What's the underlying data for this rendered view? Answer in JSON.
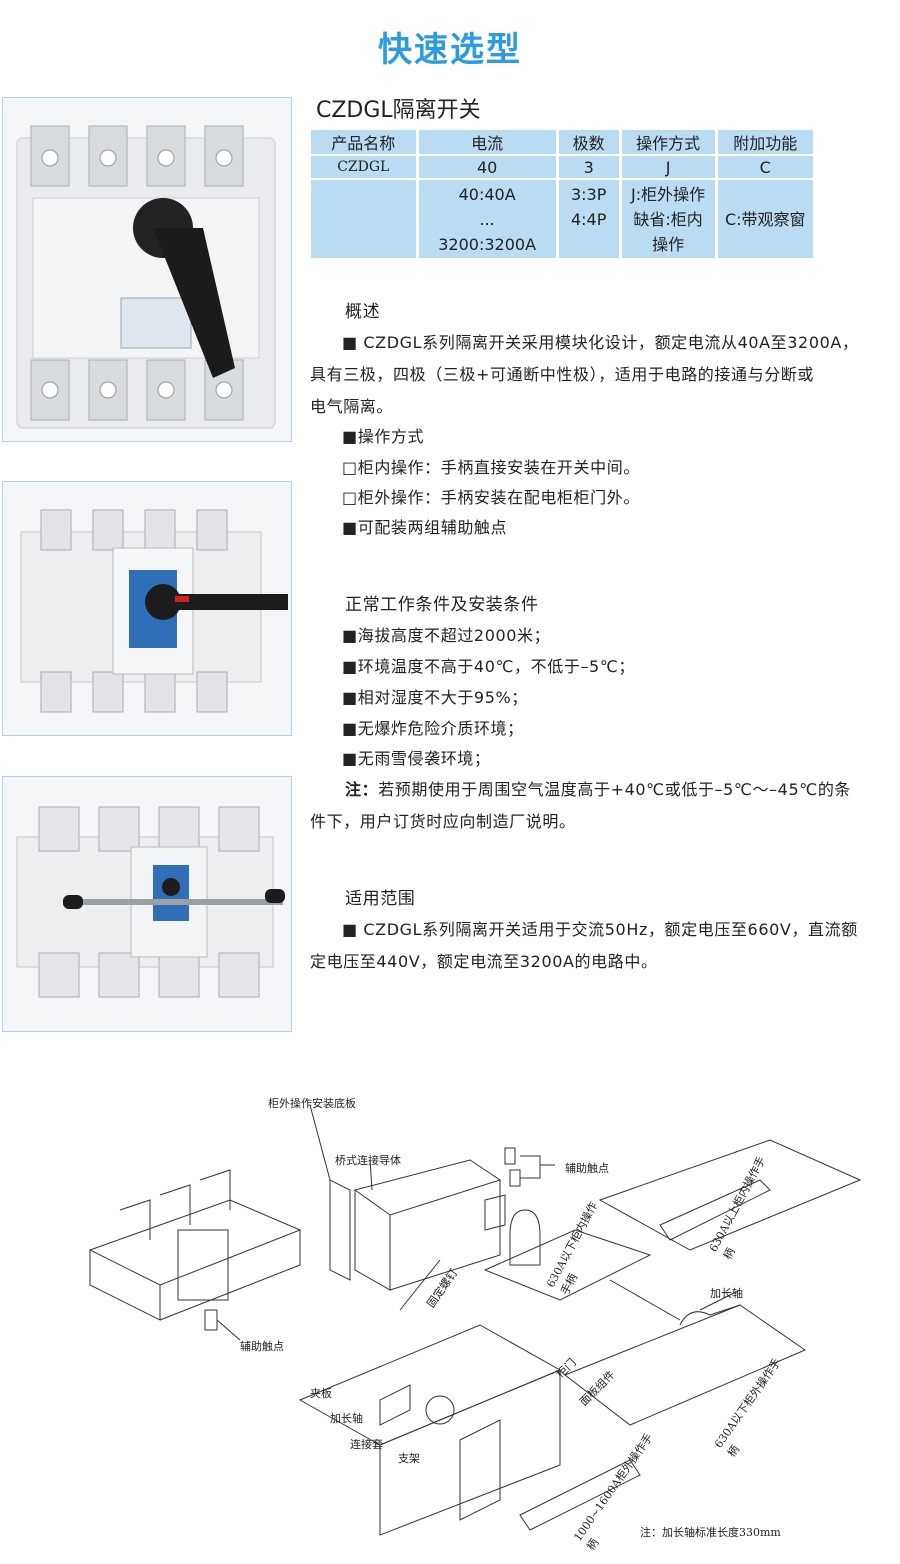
{
  "page_title": "快速选型",
  "product_title": "CZDGL隔离开关",
  "spec_table": {
    "headers": [
      "产品名称",
      "电流",
      "极数",
      "操作方式",
      "附加功能"
    ],
    "example": [
      "CZDGL",
      "40",
      "3",
      "J",
      "C"
    ],
    "options": {
      "current": [
        "40:40A",
        "...",
        "3200:3200A"
      ],
      "poles": [
        "3:3P",
        "4:4P"
      ],
      "operation": [
        "J:柜外操作",
        "缺省:柜内",
        "操作"
      ],
      "extra": "C:带观察窗"
    }
  },
  "overview": {
    "heading": "概述",
    "para1_l1": "■ CZDGL系列隔离开关采用模块化设计，额定电流从40A至3200A，",
    "para1_l2": "具有三极，四极（三极+可通断中性极），适用于电路的接通与分断或",
    "para1_l3": "电气隔离。",
    "op_heading": "■操作方式",
    "op1": "□柜内操作：手柄直接安装在开关中间。",
    "op2": "□柜外操作：手柄安装在配电柜柜门外。",
    "aux": "■可配装两组辅助触点"
  },
  "conditions": {
    "heading": "正常工作条件及安装条件",
    "items": [
      "■海拔高度不超过2000米；",
      "■环境温度不高于40℃，不低于–5℃；",
      "■相对湿度不大于95%；",
      "■无爆炸危险介质环境；",
      "■无雨雪侵袭环境；"
    ],
    "note_label": "注：",
    "note_l1": "若预期使用于周围空气温度高于+40℃或低于–5℃～–45℃的条",
    "note_l2": "件下，用户订货时应向制造厂说明。"
  },
  "scope": {
    "heading": "适用范围",
    "l1": "■ CZDGL系列隔离开关适用于交流50Hz，额定电压至660V，直流额",
    "l2": "定电压至440V，额定电流至3200A的电路中。"
  },
  "diagram": {
    "mount_plate": "柜外操作安装底板",
    "bridge": "桥式连接导体",
    "aux_top": "辅助触点",
    "aux_left": "辅助触点",
    "handle_in_small": "630A以下柜内操作手柄",
    "handle_in_large": "630A以上柜内操作手柄",
    "ext_shaft_right": "加长轴",
    "handle_out_small": "630A以下柜外操作手柄",
    "fixing_screw": "固定螺钉",
    "clamp": "夹板",
    "ext_shaft": "加长轴",
    "sleeve": "连接套",
    "bracket": "支架",
    "door": "柜门",
    "panel": "面板组件",
    "handle_out_large": "1000~1600A柜外操作手柄",
    "note": "注：加长轴标准长度330mm"
  }
}
